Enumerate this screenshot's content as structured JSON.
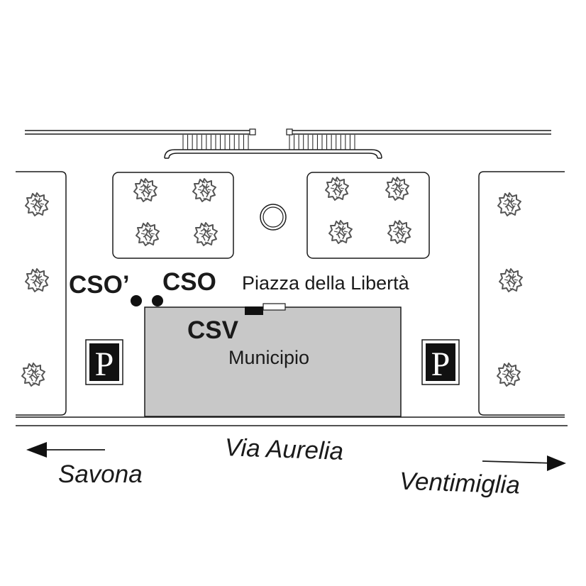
{
  "map": {
    "labels": {
      "piazza": "Piazza della Libertà",
      "municipio": "Municipio",
      "street": "Via Aurelia",
      "west_destination": "Savona",
      "east_destination": "Ventimiglia"
    },
    "stations": {
      "cso_prime": "CSO’",
      "cso": "CSO",
      "csv": "CSV"
    },
    "parking": {
      "left_symbol": "P",
      "right_symbol": "P"
    },
    "colors": {
      "line": "#1a1a1a",
      "building_fill": "#c8c8c8",
      "tree": "#555555",
      "background": "#ffffff"
    },
    "icons": [
      "tree-icon",
      "fountain-icon",
      "parking-icon",
      "arrow-left-icon",
      "arrow-right-icon",
      "station-dot-icon"
    ]
  }
}
